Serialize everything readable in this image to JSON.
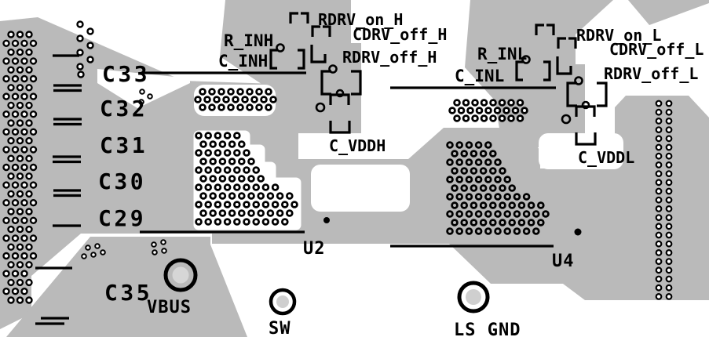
{
  "board": {
    "colors": {
      "copper_pour": "#bababa",
      "silkscreen": "#000000",
      "clearance": "#ffffff",
      "pad_center_light": "#d6d6d6",
      "pad_center_small": "#cfcfcf"
    },
    "capacitor_labels": {
      "c33": "C33",
      "c32": "C32",
      "c31": "C31",
      "c30": "C30",
      "c29": "C29",
      "c35": "C35"
    },
    "ic_labels": {
      "u2": "U2",
      "u4": "U4"
    },
    "test_points": {
      "vbus": "VBUS",
      "sw": "SW",
      "ls_gnd": "LS_GND"
    },
    "high_side": {
      "r_inh": "R_INH",
      "c_inh": "C_INH",
      "rdrv_on_h": "RDRV_on_H",
      "cdrv_off_h": "CDRV_off_H",
      "rdrv_off_h": "RDRV_off_H",
      "c_vddh": "C_VDDH"
    },
    "low_side": {
      "r_inl": "R_INL",
      "c_inl": "C_INL",
      "rdrv_on_l": "RDRV_on_L",
      "cdrv_off_l": "CDRV_off_L",
      "rdrv_off_l": "RDRV_off_L",
      "c_vddl": "C_VDDL"
    }
  }
}
